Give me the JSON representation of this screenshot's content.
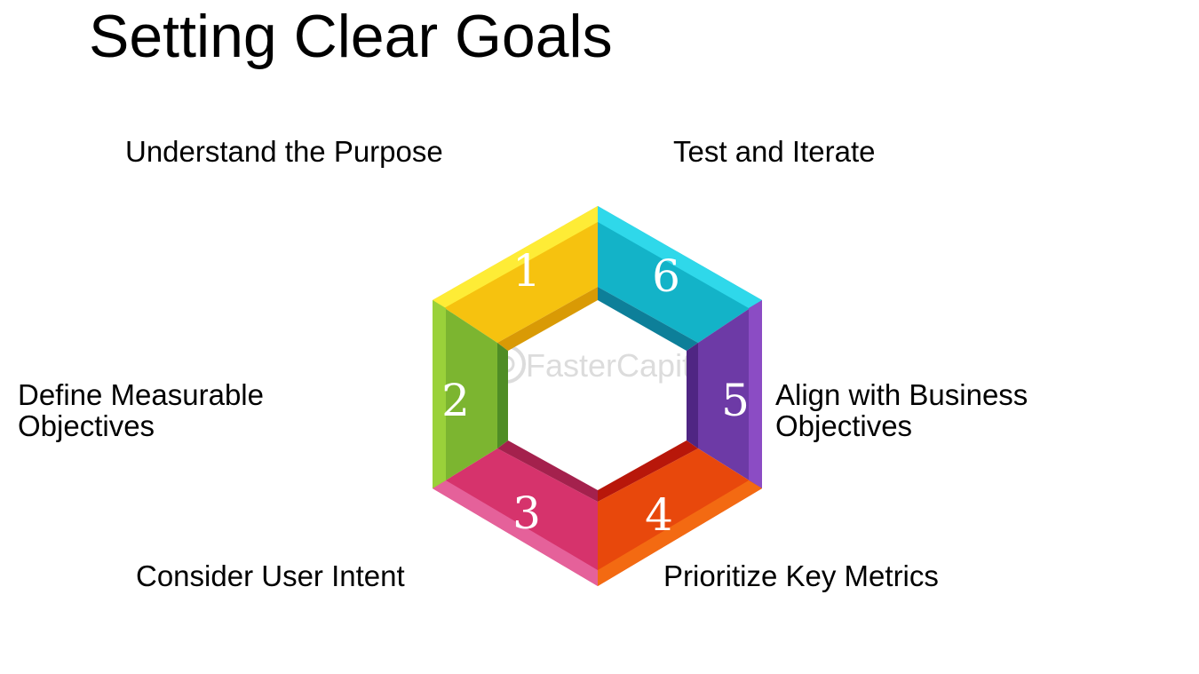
{
  "title": "Setting Clear Goals",
  "steps": [
    {
      "number": "1",
      "label": "Understand the Purpose",
      "color": "#f6c20f"
    },
    {
      "number": "2",
      "label_lines": [
        "Define Measurable",
        "Objectives"
      ],
      "color": "#7cb530"
    },
    {
      "number": "3",
      "label": "Consider User Intent",
      "color": "#d6336c"
    },
    {
      "number": "4",
      "label": "Prioritize Key Metrics",
      "color": "#e8480c"
    },
    {
      "number": "5",
      "label_lines": [
        "Align with Business",
        "Objectives"
      ],
      "color": "#6d3aa6"
    },
    {
      "number": "6",
      "label": "Test and Iterate",
      "color": "#13b3c8"
    }
  ],
  "watermark": "FasterCapital"
}
